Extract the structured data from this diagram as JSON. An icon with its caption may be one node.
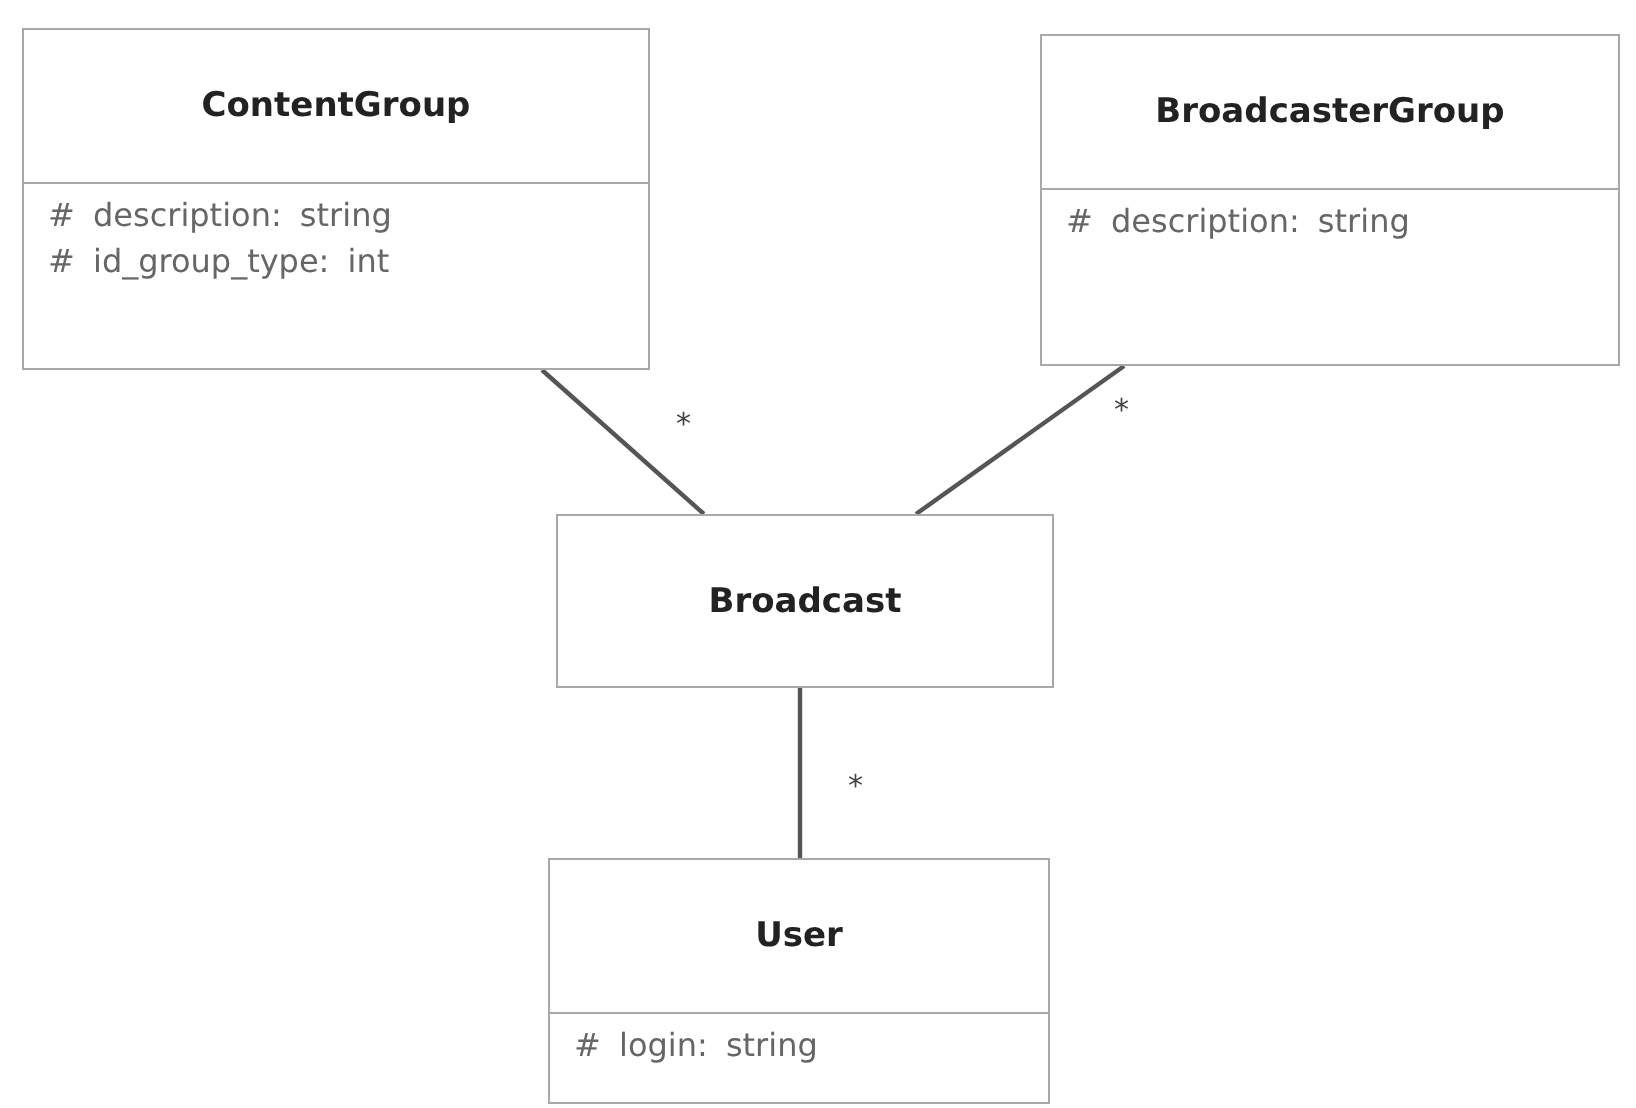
{
  "diagram": {
    "nodes": [
      {
        "text": [
          "ContentGroup",
          "# description: string",
          "# id_group_type: int"
        ]
      },
      {
        "text": [
          "BroadcasterGroup",
          "# description: string"
        ]
      },
      {
        "text": [
          "Broadcast"
        ]
      },
      {
        "text": [
          "User",
          "# login: string"
        ]
      }
    ],
    "edges": [
      {
        "from": 0,
        "to": 2,
        "arrow": "none",
        "label": "*"
      },
      {
        "from": 1,
        "to": 2,
        "arrow": "none",
        "label": "*"
      },
      {
        "from": 2,
        "to": 3,
        "arrow": "none",
        "label": "*"
      }
    ]
  }
}
